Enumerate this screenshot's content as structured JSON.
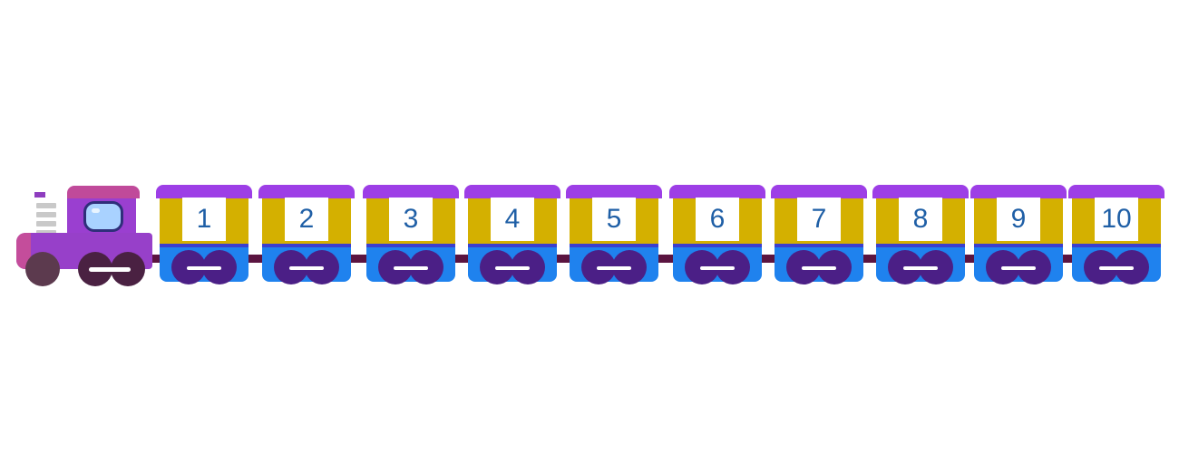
{
  "train": {
    "engine": {
      "icon": "locomotive-icon"
    },
    "cars": [
      {
        "number": "1"
      },
      {
        "number": "2"
      },
      {
        "number": "3"
      },
      {
        "number": "4"
      },
      {
        "number": "5"
      },
      {
        "number": "6"
      },
      {
        "number": "7"
      },
      {
        "number": "8"
      },
      {
        "number": "9"
      },
      {
        "number": "10"
      }
    ]
  },
  "colors": {
    "roof": "#9d3ee6",
    "upper": "#d4b000",
    "lower": "#1f82ee",
    "wheel": "#4b1f86",
    "number": "#1f5fa6",
    "engine": "#9a3fd0",
    "coupler": "#5b1440"
  }
}
